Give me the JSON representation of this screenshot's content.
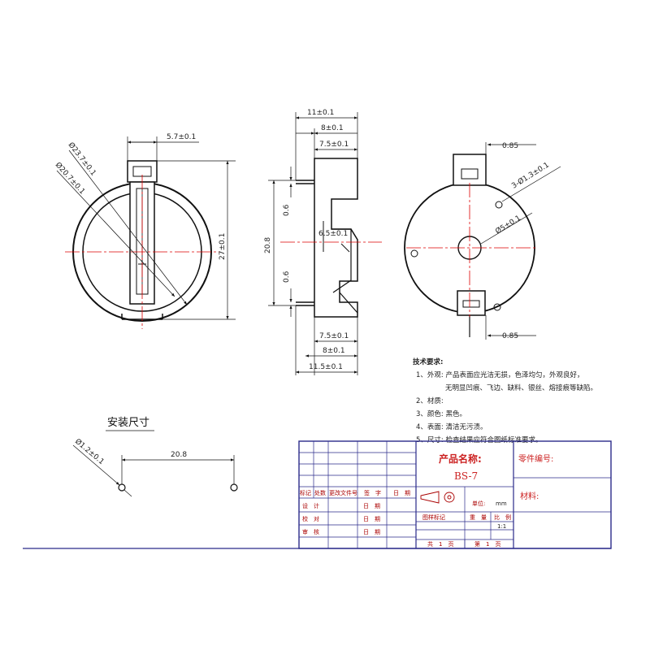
{
  "front_view": {
    "dim_d_outer": "Ø23.7±0.1",
    "dim_d_inner": "Ø20.7±0.1",
    "dim_tab_w": "5.7±0.1",
    "dim_height": "27±0.1"
  },
  "side_view": {
    "dim_11": "11±0.1",
    "dim_8_top": "8±0.1",
    "dim_75_top": "7.5±0.1",
    "dim_06_top": "0.6",
    "dim_208": "20.8",
    "dim_65": "6.5±0.1",
    "dim_06_bot": "0.6",
    "dim_75_bot": "7.5±0.1",
    "dim_8_bot": "8±0.1",
    "dim_115": "11.5±0.1"
  },
  "back_view": {
    "dim_085_top": "0.85",
    "dim_holes": "3-Ø1.3±0.1",
    "dim_d5": "Ø5±0.1",
    "dim_085_bot": "0.85"
  },
  "tech_requirements": {
    "title": "技术要求:",
    "items": [
      "1、外观:    产品表面应光洁无损，色泽均匀，外观良好，",
      "无明显凹痕、飞边、缺料、银丝、熔接痕等缺陷。",
      "2、材质:",
      "3、颜色:    黑色。",
      "4、表面:    清洁无污渍。",
      "5、尺寸:    检查结果应符合图纸标准要求。"
    ]
  },
  "install": {
    "title": "安装尺寸",
    "dim_hole": "Ø1.2±0.1",
    "dim_pitch": "20.8"
  },
  "title_block": {
    "product_label": "产品名称:",
    "product_code": "BS-7",
    "part_no_label": "零件编号:",
    "material_label": "材料:",
    "rev_headers": [
      "标记",
      "处数",
      "更改文件号",
      "签　字",
      "日　期"
    ],
    "design_label": "设　计",
    "check_label": "校　对",
    "review_label": "审　核",
    "date_label": "日　期",
    "unit_label": "单位:",
    "unit_value": "mm",
    "sample_label": "图样标记",
    "weight_label": "重　量",
    "scale_label": "比　例",
    "scale_value": "1:1",
    "total_sheets": "共　1　页",
    "sheet_no": "第　1　页"
  },
  "colors": {
    "line": "#111111",
    "center_line": "#d00000",
    "title_block": "#2a2a8a",
    "title_text": "#cc2222"
  }
}
